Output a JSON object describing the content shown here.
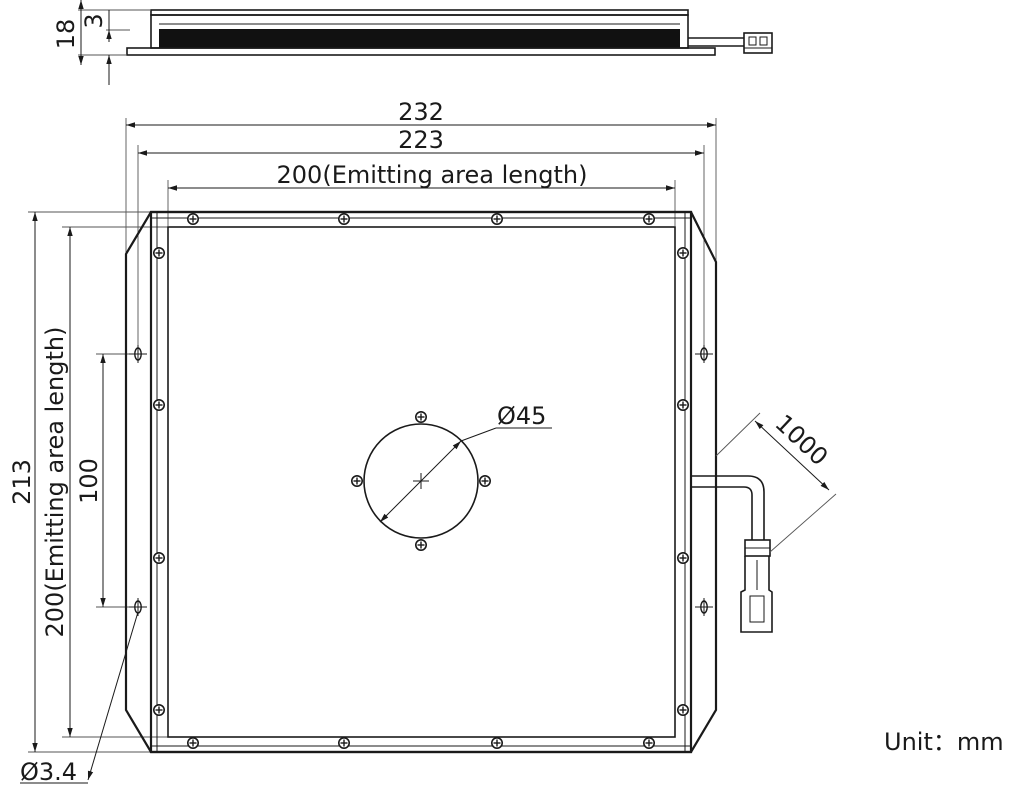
{
  "dimensions": {
    "height_total": "18",
    "height_thin": "3",
    "width_outer": "232",
    "width_frame": "223",
    "width_emitting": "200(Emitting area length)",
    "height_outer": "213",
    "height_emitting": "200(Emitting area length)",
    "hole_spacing": "100",
    "center_hole": "Ø45",
    "cable_length": "1000",
    "mount_hole": "Ø3.4"
  },
  "unit_label": "Unit：mm",
  "colors": {
    "line": "#1a1a1a",
    "panel_bar": "#111111"
  }
}
